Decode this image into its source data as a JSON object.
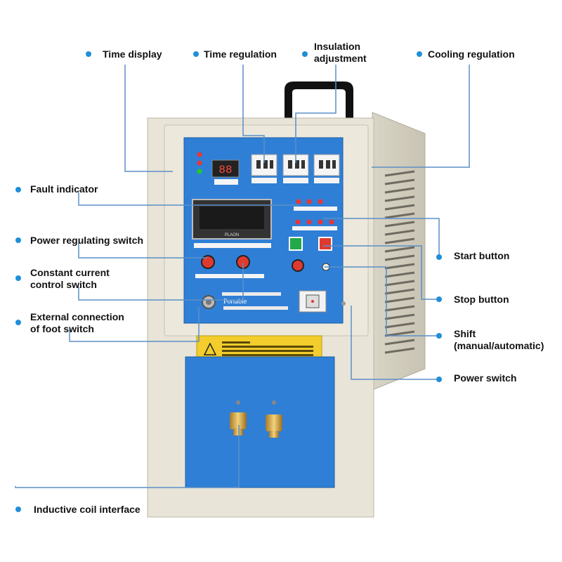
{
  "colors": {
    "callout_line": "#5b8fc7",
    "callout_dot": "#1f8fd8",
    "panel_blue": "#2f7fd6",
    "cabinet": "#e7e3d6",
    "start_button": "#23a84a",
    "stop_button": "#e03a2f"
  },
  "device": {
    "panel_text": "Portable",
    "display_value": "88",
    "ammeter_brand": "PLAON"
  },
  "callouts": {
    "time_display": "Time display",
    "time_regulation": "Time regulation",
    "insulation_adjustment": [
      "Insulation",
      "adjustment"
    ],
    "cooling_regulation": "Cooling regulation",
    "fault_indicator": "Fault indicator",
    "power_regulating_switch": "Power regulating switch",
    "constant_current_control_switch": [
      "Constant current",
      "control switch"
    ],
    "external_foot_switch": [
      "External connection",
      "of foot switch"
    ],
    "inductive_coil_interface": "Inductive coil interface",
    "start_button": "Start button",
    "stop_button": "Stop button",
    "shift": [
      "Shift",
      "(manual/automatic)"
    ],
    "power_switch": "Power switch"
  }
}
